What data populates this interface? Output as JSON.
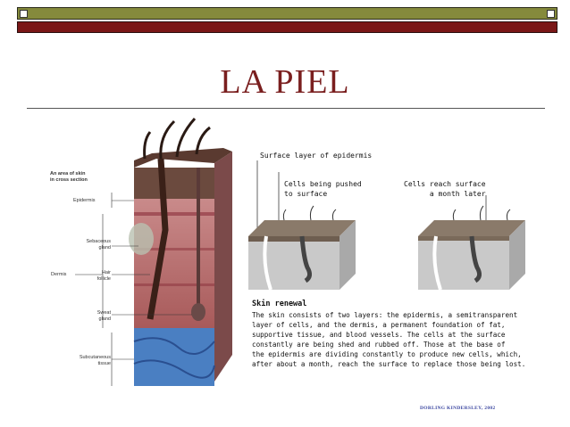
{
  "slide": {
    "title": "LA PIEL",
    "credit": "DORLING KINDERSLEY, 2002"
  },
  "cross_section": {
    "heading_line1": "An area of skin",
    "heading_line2": "in cross section",
    "labels": {
      "epidermis": "Epidermis",
      "sebaceous_line1": "Sebaceous",
      "sebaceous_line2": "gland",
      "dermis": "Dermis",
      "hair_line1": "Hair",
      "hair_line2": "follicle",
      "sweat_line1": "Sweat",
      "sweat_line2": "gland",
      "subcutaneous_line1": "Subcutaneous",
      "subcutaneous_line2": "tissue"
    }
  },
  "renewal": {
    "surface_layer": "Surface layer of epidermis",
    "pushed_line1": "Cells being pushed",
    "pushed_line2": "to surface",
    "reach_line1": "Cells reach surface",
    "reach_line2": "a month later",
    "heading": "Skin renewal",
    "body_lines": [
      "The skin consists of two layers: the epidermis, a semitransparent",
      "layer of cells, and the dermis, a permanent foundation of fat,",
      "supportive tissue, and blood vessels. The cells at the surface",
      "constantly are being shed and rubbed off. Those at the base of",
      "the epidermis are dividing constantly to produce new cells, which,",
      "after about a month, reach the surface to replace those being lost."
    ]
  }
}
